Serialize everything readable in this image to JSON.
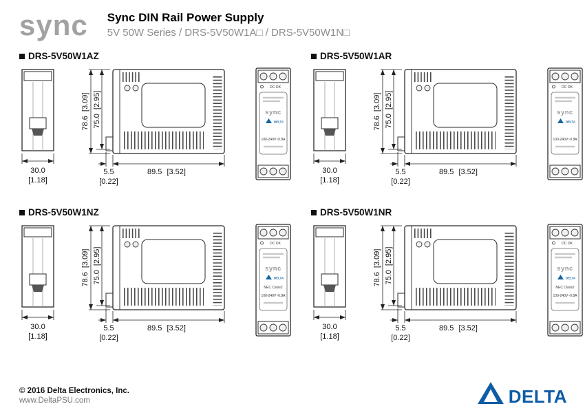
{
  "header": {
    "logo": "sync",
    "title": "Sync DIN Rail Power Supply",
    "subtitle": "5V 50W Series / DRS-5V50W1A□ / DRS-5V50W1N□"
  },
  "panels": [
    {
      "title": "DRS-5V50W1AZ",
      "front_note": ""
    },
    {
      "title": "DRS-5V50W1AR",
      "front_note": ""
    },
    {
      "title": "DRS-5V50W1NZ",
      "front_note": "NEC Class2"
    },
    {
      "title": "DRS-5V50W1NR",
      "front_note": "NEC Class2"
    }
  ],
  "dims": {
    "side_width_mm": "30.0",
    "side_width_in": "[1.18]",
    "height_outer_mm": "78.6",
    "height_outer_in": "[3.09]",
    "height_inner_mm": "75.0",
    "height_inner_in": "[2.95]",
    "offset_mm": "5.5",
    "offset_in": "[0.22]",
    "body_width_mm": "89.5",
    "body_width_in": "[3.52]"
  },
  "front_view": {
    "dc_ok": "DC OK",
    "brand": "sync",
    "delta": "DELTA",
    "input": "100-240V~0.8A"
  },
  "footer": {
    "copyright": "© 2016 Delta Electronics, Inc.",
    "website": "www.DeltaPSU.com",
    "brand": "DELTA"
  }
}
